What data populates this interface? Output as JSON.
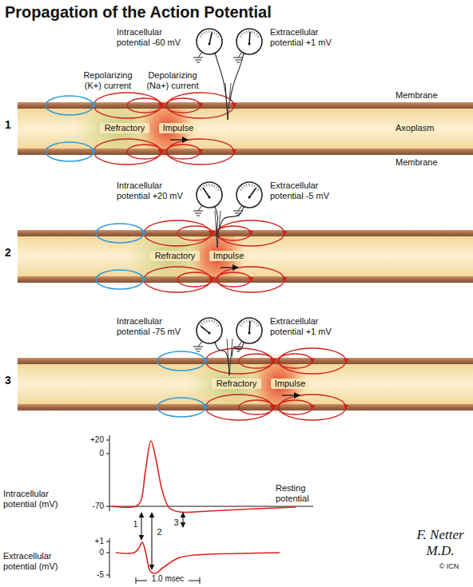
{
  "diagram": {
    "title": "Propagation of the Action Potential",
    "labels": [
      "Intracellular potential -60 mV",
      "Extracellular potential +1 mV",
      "Repolarizing (K+) current",
      "Depolarizing (Na+) current",
      "Membrane",
      "1",
      "Axoplasm",
      "Refractory",
      "Impulse",
      "Membrane",
      "Intracellular potential +20 mV",
      "Extracellular potential -5 mV",
      "2",
      "Refractory",
      "Impulse",
      "Intracellular potential -75 mV",
      "Extracellular potential +1 mV",
      "3",
      "Refractory",
      "Impulse",
      "+20",
      "0",
      "-70",
      "Intracellular potential (mV)",
      "Resting potential",
      "1",
      "2",
      "3",
      "+1",
      "0",
      "-5",
      "Extracellular potential (mV)",
      "1.0 msec",
      "F. Netter M.D.",
      "© ICN"
    ]
  }
}
